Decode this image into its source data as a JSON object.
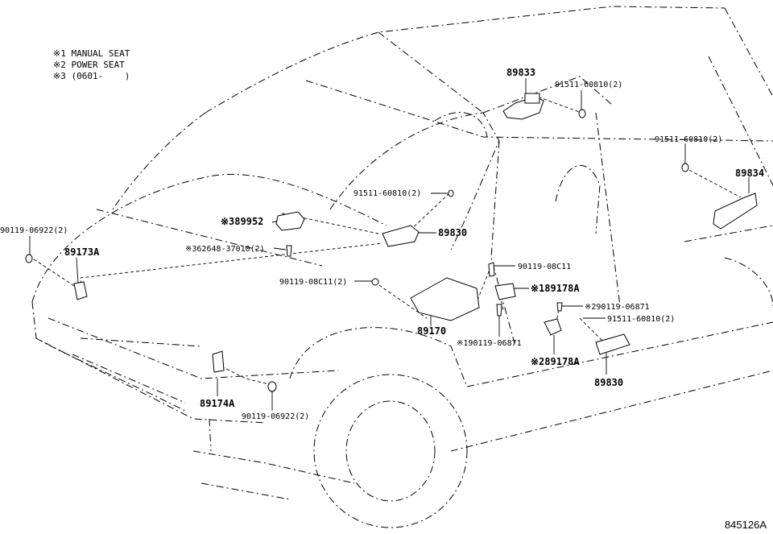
{
  "legend": [
    "※1 MANUAL SEAT",
    "※2 POWER SEAT",
    "※3 (0601-    )"
  ],
  "labels": {
    "p89833": "89833",
    "p91511_a": "91511-60810(2)",
    "p91511_b": "91511-60810(2)",
    "p89834": "89834",
    "p91511_c": "91511-60810(2)",
    "p89830_top": "89830",
    "p89952": "※389952",
    "p62648": "※362648-37010(2)",
    "p90119_06922_a": "90119-06922(2)",
    "p89173A": "89173A",
    "p90119_08C11_a": "90119-08C11",
    "p90119_08C11_b": "90119-08C11(2)",
    "p89178A_1": "※189178A",
    "p90119_06871_2": "※290119-06871",
    "p91511_d": "91511-60810(2)",
    "p89170": "89170",
    "p90119_06871_1": "※190119-06871",
    "p89178A_2": "※289178A",
    "p89830_bot": "89830",
    "p89174A": "89174A",
    "p90119_06922_b": "90119-06922(2)"
  },
  "reference_number": "845126A"
}
